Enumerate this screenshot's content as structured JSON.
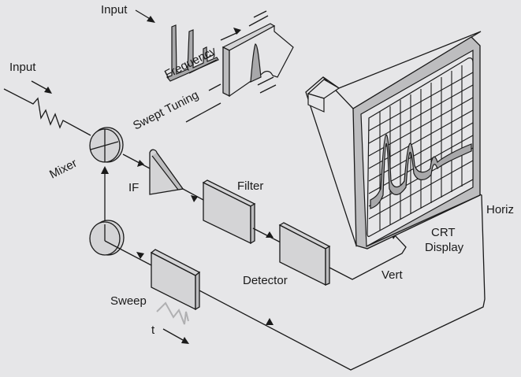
{
  "title": "Swept-tuned spectrum analyzer block diagram",
  "labels": {
    "input_top": "Input",
    "input_left": "Input",
    "frequency": "Frequency",
    "swept_tuning": "Swept Tuning",
    "mixer": "Mixer",
    "if": "IF",
    "filter": "Filter",
    "detector": "Detector",
    "sweep": "Sweep",
    "t": "t",
    "vert": "Vert",
    "horiz": "Horiz",
    "crt_line1": "CRT",
    "crt_line2": "Display"
  },
  "colors": {
    "background": "#e6e6e8",
    "line": "#1a1a1a",
    "block_fill": "#d4d4d6",
    "trace_fill": "#a8a8aa",
    "sawtooth": "#b0b0b2"
  }
}
